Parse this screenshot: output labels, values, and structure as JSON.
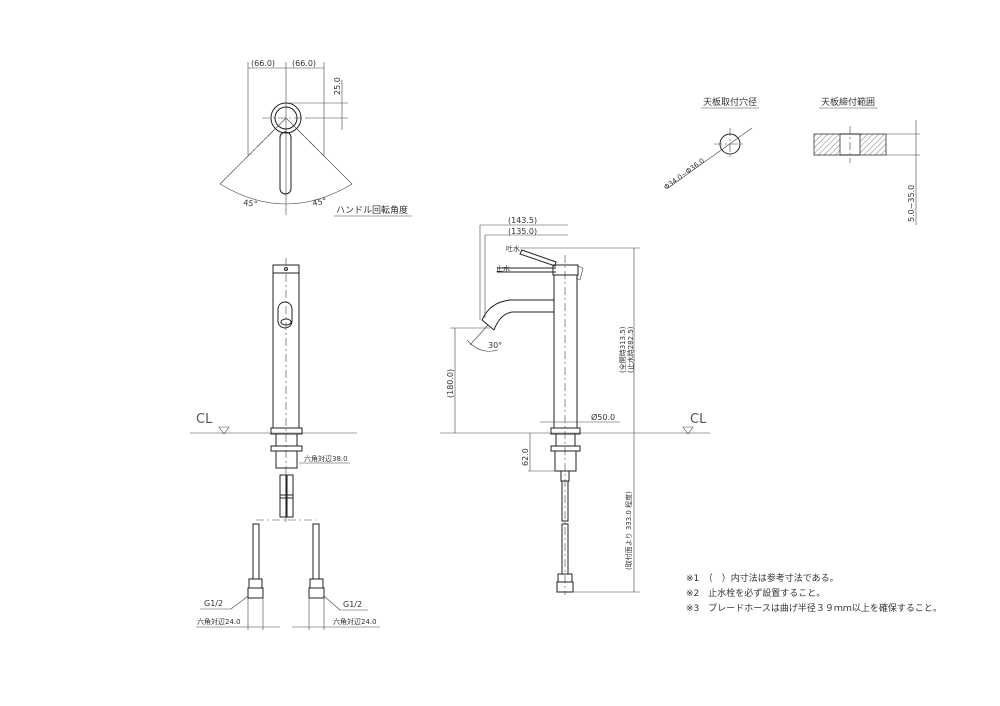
{
  "top_view": {
    "dim_left": "(66.0)",
    "dim_right": "(66.0)",
    "dim_offset": "25.0",
    "angle_left": "45°",
    "angle_right": "45°",
    "caption": "ハンドル回転角度"
  },
  "hole_detail": {
    "title": "天板取付穴径",
    "dim": "Φ34.0~Φ36.0"
  },
  "clamp_detail": {
    "title": "天板締付範囲",
    "dim": "5.0~35.0"
  },
  "front_view": {
    "cl_label": "CL",
    "hex_nut": "六角対辺38.0",
    "thread_left": "G1/2",
    "thread_right": "G1/2",
    "hex_left": "六角対辺24.0",
    "hex_right": "六角対辺24.0"
  },
  "side_view": {
    "cl_label": "CL",
    "dim_reach_total": "(143.5)",
    "dim_reach": "(135.0)",
    "label_open": "吐水",
    "label_closed": "止水",
    "angle": "30°",
    "dim_spout_height": "(180.0)",
    "dim_body_dia": "Ø50.0",
    "dim_height_open": "(全開時313.5)",
    "dim_height_closed": "(止水時282.5)",
    "dim_under": "62.0",
    "dim_hose": "(取付面より 333.0 程度)"
  },
  "notes": [
    "※1　（　）内寸法は参考寸法である。",
    "※2　止水栓を必ず設置すること。",
    "※3　ブレードホースは曲げ半径３９ｍｍ以上を確保すること。"
  ]
}
